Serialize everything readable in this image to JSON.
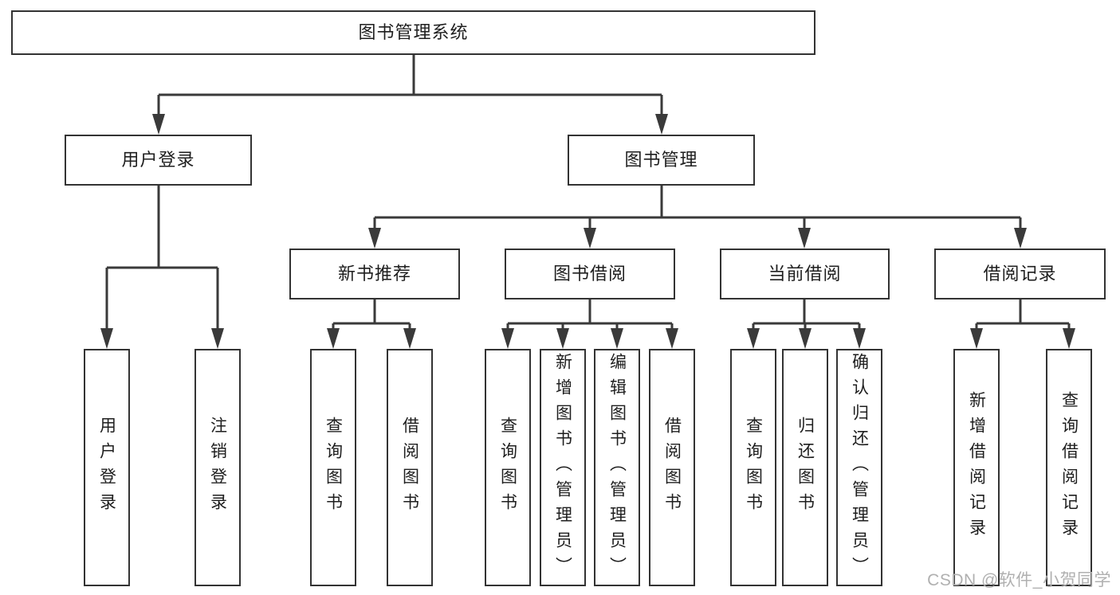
{
  "page": {
    "watermark": "CSDN @软件_小贺同学"
  },
  "colors": {
    "line": "#3a3a3a",
    "box_border": "#333333",
    "text": "#1e1e1e",
    "watermark": "#b0b0b0",
    "background": "#ffffff"
  },
  "tree": {
    "root": {
      "label": "图书管理系统"
    },
    "children": [
      {
        "label": "用户登录",
        "children": [
          {
            "label": "用户登录"
          },
          {
            "label": "注销登录"
          }
        ]
      },
      {
        "label": "图书管理",
        "children": [
          {
            "label": "新书推荐",
            "children": [
              {
                "label": "查询图书"
              },
              {
                "label": "借阅图书"
              }
            ]
          },
          {
            "label": "图书借阅",
            "children": [
              {
                "label": "查询图书"
              },
              {
                "label": "新增图书（管理员）"
              },
              {
                "label": "编辑图书（管理员）"
              },
              {
                "label": "借阅图书"
              }
            ]
          },
          {
            "label": "当前借阅",
            "children": [
              {
                "label": "查询图书"
              },
              {
                "label": "归还图书"
              },
              {
                "label": "确认归还（管理员）"
              }
            ]
          },
          {
            "label": "借阅记录",
            "children": [
              {
                "label": "新增借阅记录"
              },
              {
                "label": "查询借阅记录"
              }
            ]
          }
        ]
      }
    ]
  }
}
